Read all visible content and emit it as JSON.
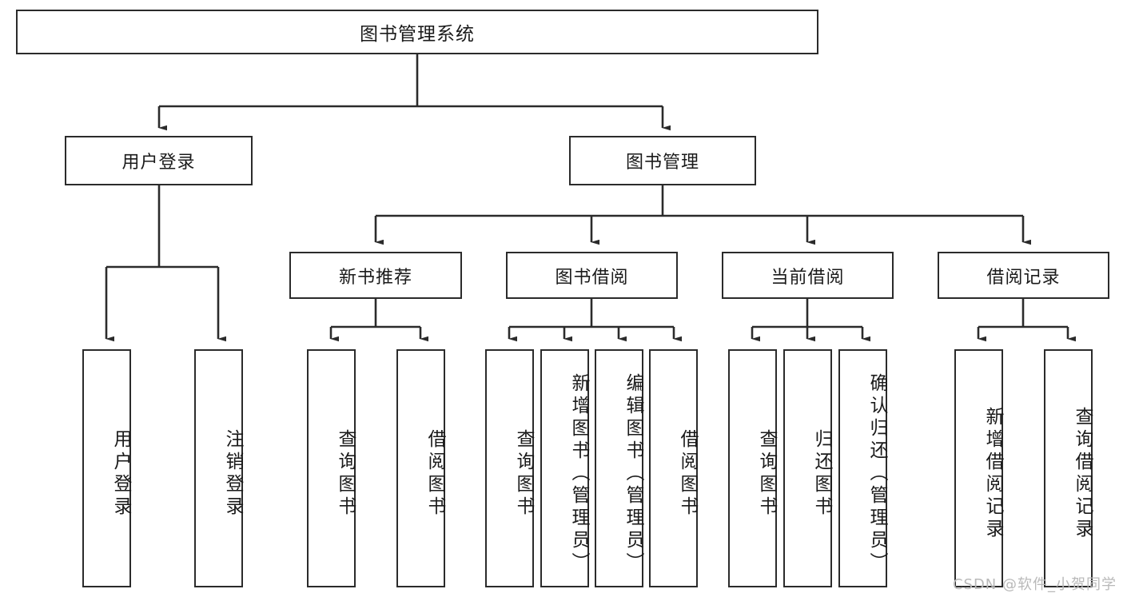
{
  "diagram": {
    "type": "tree",
    "title": "图书管理系统",
    "watermark": "CSDN @软件_小贺同学",
    "colors": {
      "box_border": "#2b2b2b",
      "box_fill": "#ffffff",
      "line": "#2b2b2b",
      "text": "#1a1a1a",
      "watermark": "#b9b9b9",
      "background": "#ffffff"
    },
    "levels": {
      "root": {
        "label": "图书管理系统"
      },
      "level2": [
        {
          "label": "用户登录"
        },
        {
          "label": "图书管理"
        }
      ],
      "level3": [
        {
          "label": "新书推荐"
        },
        {
          "label": "图书借阅"
        },
        {
          "label": "当前借阅"
        },
        {
          "label": "借阅记录"
        }
      ],
      "leaves": {
        "user_login": [
          {
            "label": "用户登录"
          },
          {
            "label": "注销登录"
          }
        ],
        "new_book_recommend": [
          {
            "label": "查询图书"
          },
          {
            "label": "借阅图书"
          }
        ],
        "book_borrow": [
          {
            "label": "查询图书"
          },
          {
            "label": "新增图书（管理员）"
          },
          {
            "label": "编辑图书（管理员）"
          },
          {
            "label": "借阅图书"
          }
        ],
        "current_borrow": [
          {
            "label": "查询图书"
          },
          {
            "label": "归还图书"
          },
          {
            "label": "确认归还（管理员）"
          }
        ],
        "borrow_record": [
          {
            "label": "新增借阅记录"
          },
          {
            "label": "查询借阅记录"
          }
        ]
      }
    }
  }
}
